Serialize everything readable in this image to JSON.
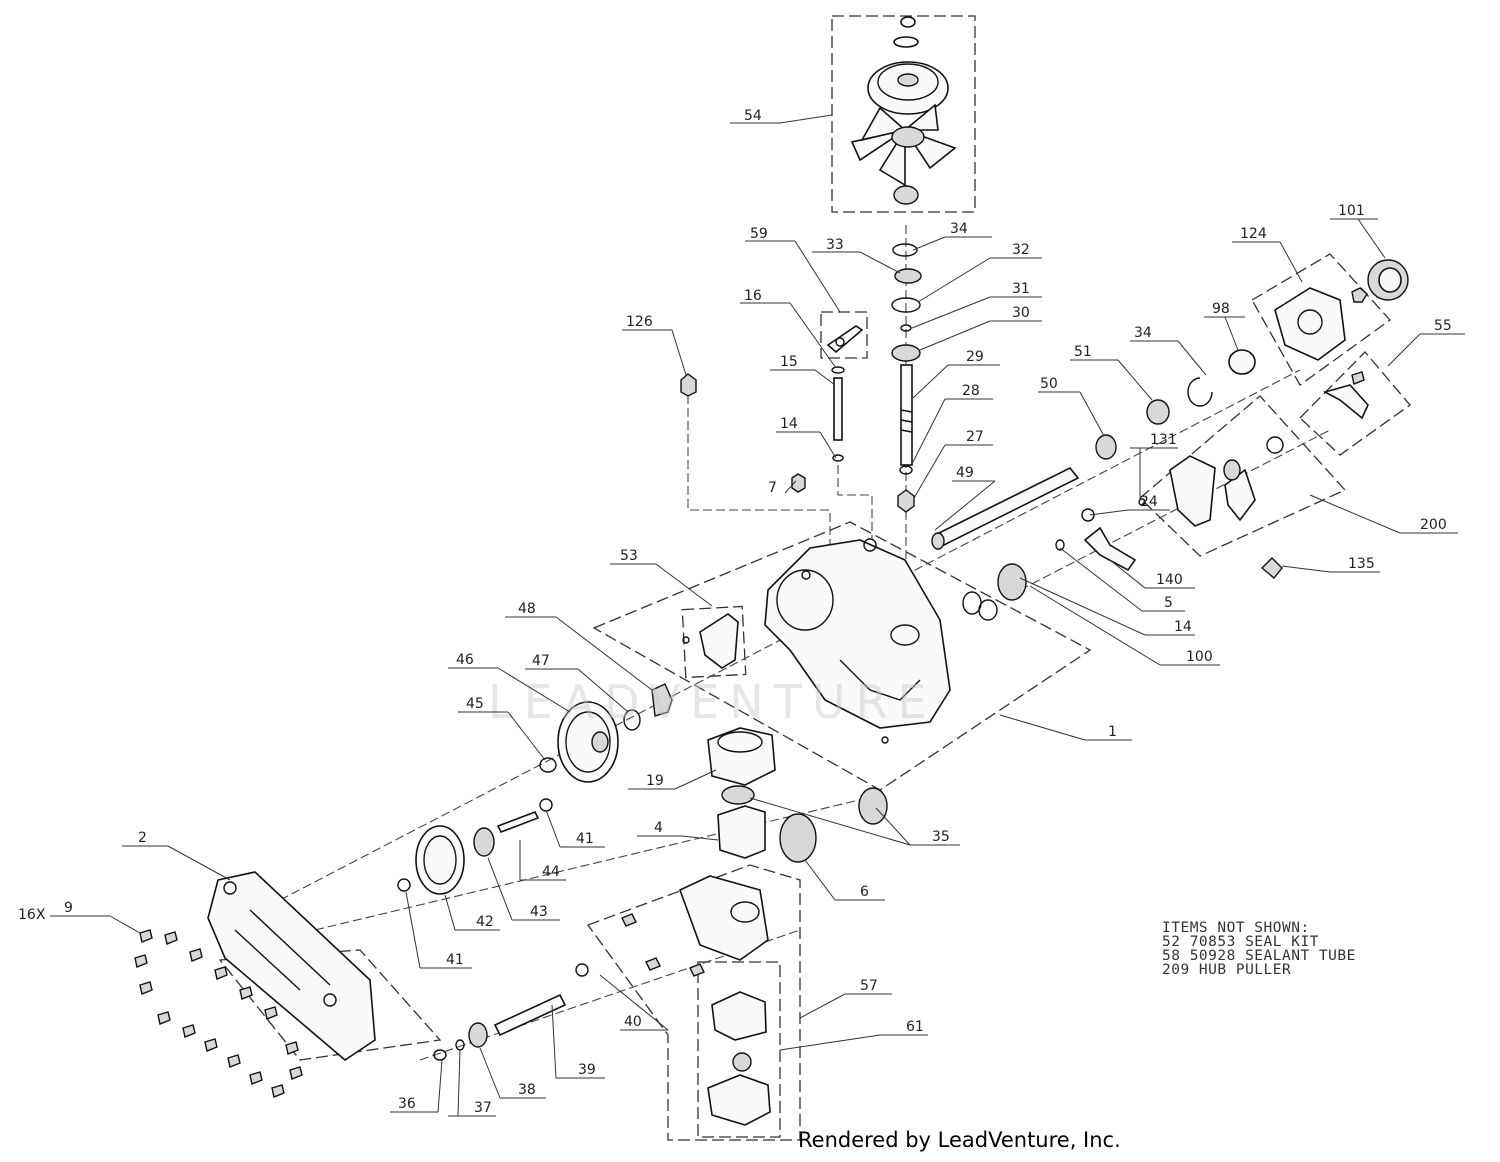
{
  "callouts": [
    {
      "id": "54",
      "text": "54"
    },
    {
      "id": "34a",
      "text": "34"
    },
    {
      "id": "33",
      "text": "33"
    },
    {
      "id": "32",
      "text": "32"
    },
    {
      "id": "31",
      "text": "31"
    },
    {
      "id": "30",
      "text": "30"
    },
    {
      "id": "29",
      "text": "29"
    },
    {
      "id": "28a",
      "text": "28"
    },
    {
      "id": "27",
      "text": "27"
    },
    {
      "id": "59",
      "text": "59"
    },
    {
      "id": "16",
      "text": "16"
    },
    {
      "id": "15",
      "text": "15"
    },
    {
      "id": "14a",
      "text": "14"
    },
    {
      "id": "126",
      "text": "126"
    },
    {
      "id": "7",
      "text": "7"
    },
    {
      "id": "49",
      "text": "49"
    },
    {
      "id": "50",
      "text": "50"
    },
    {
      "id": "51",
      "text": "51"
    },
    {
      "id": "34b",
      "text": "34"
    },
    {
      "id": "98",
      "text": "98"
    },
    {
      "id": "124",
      "text": "124"
    },
    {
      "id": "101",
      "text": "101"
    },
    {
      "id": "55",
      "text": "55"
    },
    {
      "id": "131",
      "text": "131"
    },
    {
      "id": "24",
      "text": "24"
    },
    {
      "id": "140",
      "text": "140"
    },
    {
      "id": "5",
      "text": "5"
    },
    {
      "id": "14b",
      "text": "14"
    },
    {
      "id": "100",
      "text": "100"
    },
    {
      "id": "200",
      "text": "200"
    },
    {
      "id": "135",
      "text": "135"
    },
    {
      "id": "53",
      "text": "53"
    },
    {
      "id": "48",
      "text": "48"
    },
    {
      "id": "47",
      "text": "47"
    },
    {
      "id": "46",
      "text": "46"
    },
    {
      "id": "45",
      "text": "45"
    },
    {
      "id": "1",
      "text": "1"
    },
    {
      "id": "19",
      "text": "19"
    },
    {
      "id": "35",
      "text": "35"
    },
    {
      "id": "4",
      "text": "4"
    },
    {
      "id": "41a",
      "text": "41"
    },
    {
      "id": "44",
      "text": "44"
    },
    {
      "id": "6",
      "text": "6"
    },
    {
      "id": "2",
      "text": "2"
    },
    {
      "id": "9",
      "text": "9"
    },
    {
      "id": "16x",
      "text": "16X"
    },
    {
      "id": "42",
      "text": "42"
    },
    {
      "id": "43",
      "text": "43"
    },
    {
      "id": "41b",
      "text": "41"
    },
    {
      "id": "40",
      "text": "40"
    },
    {
      "id": "57",
      "text": "57"
    },
    {
      "id": "61",
      "text": "61"
    },
    {
      "id": "39",
      "text": "39"
    },
    {
      "id": "38",
      "text": "38"
    },
    {
      "id": "36",
      "text": "36"
    },
    {
      "id": "37",
      "text": "37"
    }
  ],
  "notes": [
    "ITEMS NOT SHOWN:",
    "52 70853 SEAL KIT",
    "58 50928 SEALANT TUBE",
    "209 HUB PULLER"
  ],
  "watermark": "LEADVENTURE",
  "footer": "Rendered by LeadVenture, Inc."
}
